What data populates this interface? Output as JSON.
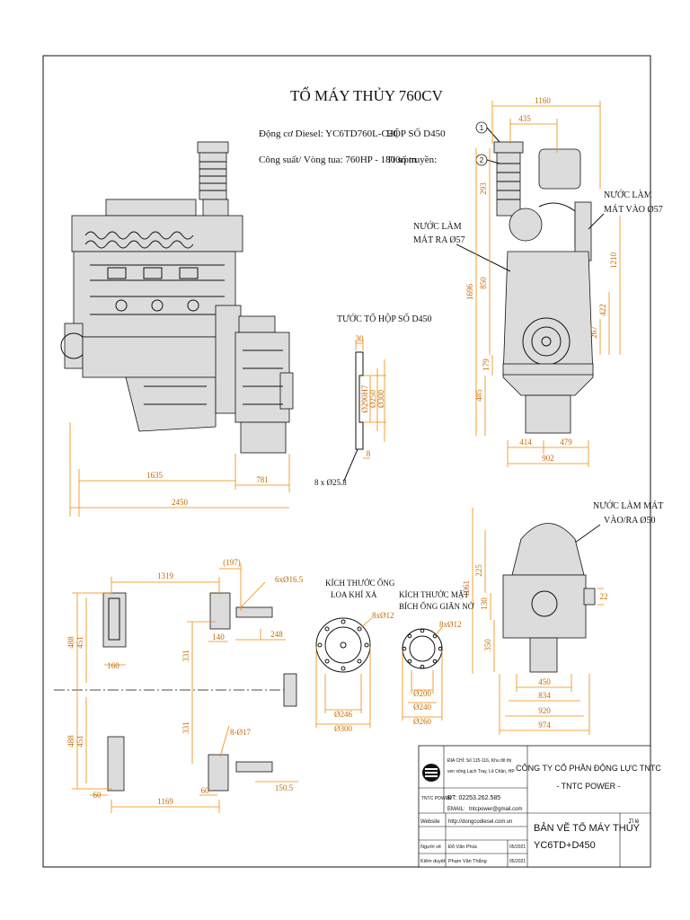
{
  "title": "TỔ MÁY THỦY 760CV",
  "specs": {
    "engine": "Động cơ Diesel: YC6TD760L-C20",
    "power": "Công suất/ Vòng tua: 760HP - 1800rpm",
    "gearbox": "HỘP SỐ D450",
    "ratio": "Tỉ số truyền:"
  },
  "labels": {
    "gearbox_flange": "TƯỚC TỔ HỘP SỐ D450",
    "water_out": [
      "NƯỚC LÀM",
      "MÁT RA Ø57"
    ],
    "water_in": [
      "NƯỚC LÀM",
      "MÁT VÀO Ø57"
    ],
    "water_gear": [
      "NƯỚC LÀM MÁT",
      "VÀO/RA Ø50"
    ],
    "exhaust_pipe": [
      "KÍCH THƯỚC ỐNG",
      "LOA KHÍ XẢ"
    ],
    "flex_flange": [
      "KÍCH THƯỚC MẶT",
      "BÍCH ỐNG GIÃN NỞ"
    ]
  },
  "markers": [
    "1",
    "2"
  ],
  "dims": {
    "side": [
      "1635",
      "781",
      "2450"
    ],
    "front": [
      "1160",
      "435",
      "293",
      "850",
      "1696",
      "1210",
      "422",
      "267",
      "179",
      "485",
      "414",
      "479",
      "902"
    ],
    "flange": [
      "30",
      "Ø290H7",
      "Ø250",
      "Ø300",
      "8",
      "8 x Ø25.8"
    ],
    "base": [
      "1319",
      "(197)",
      "6xØ16.5",
      "488",
      "451",
      "160",
      "140",
      "331",
      "248",
      "488",
      "451",
      "331",
      "8-Ø17",
      "60",
      "60",
      "150.5",
      "1169"
    ],
    "exhaust": [
      "8xØ12",
      "Ø246",
      "Ø300"
    ],
    "flex": [
      "8xØ12",
      "Ø200",
      "Ø240",
      "Ø260"
    ],
    "gear": [
      "1061",
      "225",
      "130",
      "350",
      "22",
      "450",
      "834",
      "920",
      "974"
    ]
  },
  "titleblock": {
    "address": [
      "ĐỊA CHỈ: Số 115-116, Khu đô thị",
      "ven sông Lạch Tray, Lê Chân, HP"
    ],
    "phone": "ĐT:   02253.262.585",
    "email_label": "EMAIL:",
    "email": "tntcpower@gmail.com",
    "website_label": "Website",
    "website": "http://dongcodiesel.com.vn",
    "drawn_label": "Người vẽ",
    "drawn_name": "Đỗ Văn Phúc",
    "drawn_date": "05/2021",
    "checked_label": "Kiểm duyệt",
    "checked_name": "Phạm Văn Thắng",
    "checked_date": "05/2021",
    "company": "CÔNG TY CỔ PHẦN ĐỘNG LỰC TNTC",
    "brand": "- TNTC POWER -",
    "drawing_title": [
      "BẢN VẼ TỔ MÁY THỦY",
      "YC6TD+D450"
    ],
    "scale_label": "Tỉ lệ",
    "logo_text": "TNTC POWER"
  }
}
